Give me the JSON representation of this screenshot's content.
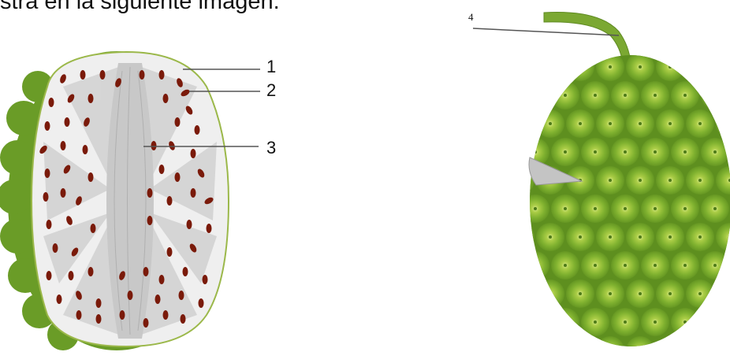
{
  "header_text": "stra en la siguiente imagen.",
  "labels": {
    "l1": "1",
    "l2": "2",
    "l3": "3",
    "l4": "4"
  },
  "colors": {
    "rind": "#6a9c27",
    "rind_dark": "#4f7d1a",
    "pulp": "#dcdcdc",
    "pulp_light": "#f1f1f1",
    "seed": "#7a1a0a",
    "bump": "#7bb02e",
    "bump_center": "#b8d65a",
    "stem": "#7ba832",
    "wedge": "#bfbfbf"
  }
}
